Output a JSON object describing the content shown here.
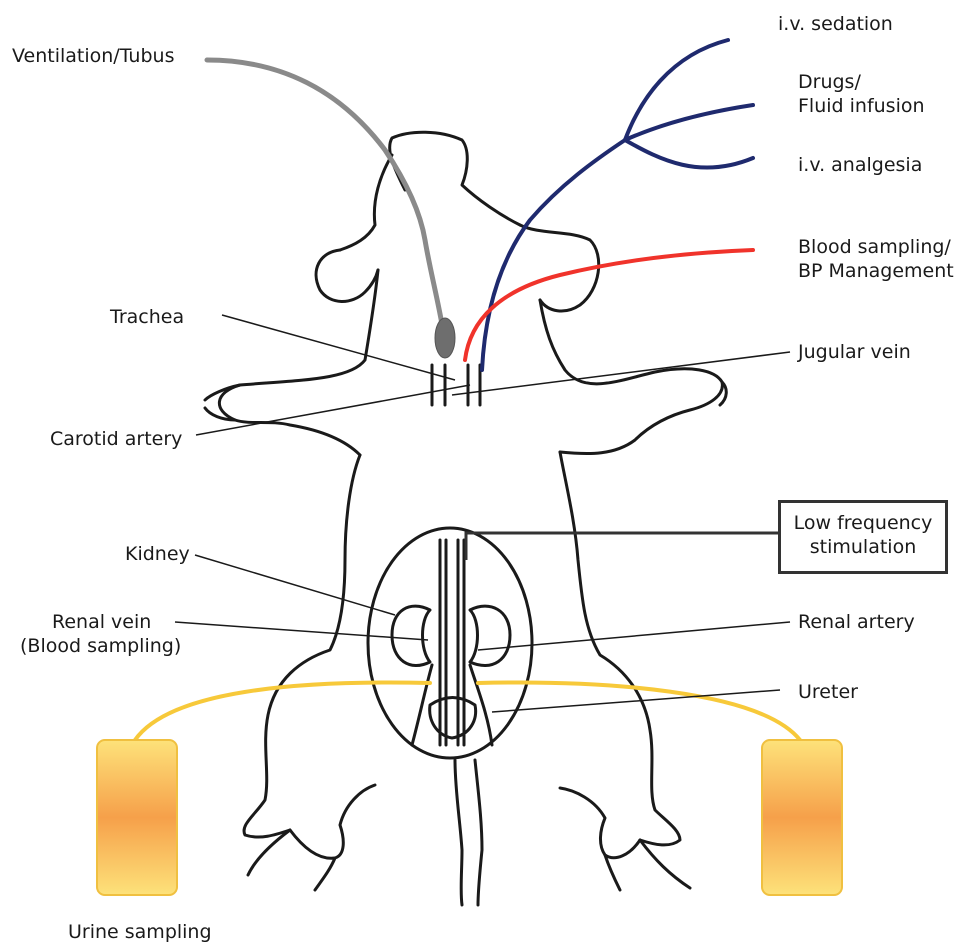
{
  "labels": {
    "ventilation": "Ventilation/Tubus",
    "iv_sedation": "i.v. sedation",
    "drugs_line1": "Drugs/",
    "drugs_line2": "Fluid infusion",
    "iv_analgesia": "i.v. analgesia",
    "blood_line1": "Blood sampling/",
    "blood_line2": "BP Management",
    "trachea": "Trachea",
    "jugular_vein": "Jugular vein",
    "carotid_artery": "Carotid artery",
    "kidney": "Kidney",
    "low_freq_line1": "Low frequency",
    "low_freq_line2": "stimulation",
    "renal_vein_line1": "Renal vein",
    "renal_vein_line2": "(Blood sampling)",
    "renal_artery": "Renal artery",
    "ureter": "Ureter",
    "urine_sampling": "Urine sampling"
  },
  "colors": {
    "outline": "#1a1a1a",
    "tube_ventilation": "#8a8a8a",
    "line_venous": "#1f2a6e",
    "line_arterial": "#f0332b",
    "line_urine": "#f7c93a",
    "urine_container_top": "#fde27a",
    "urine_container_mid": "#f6a04a"
  }
}
